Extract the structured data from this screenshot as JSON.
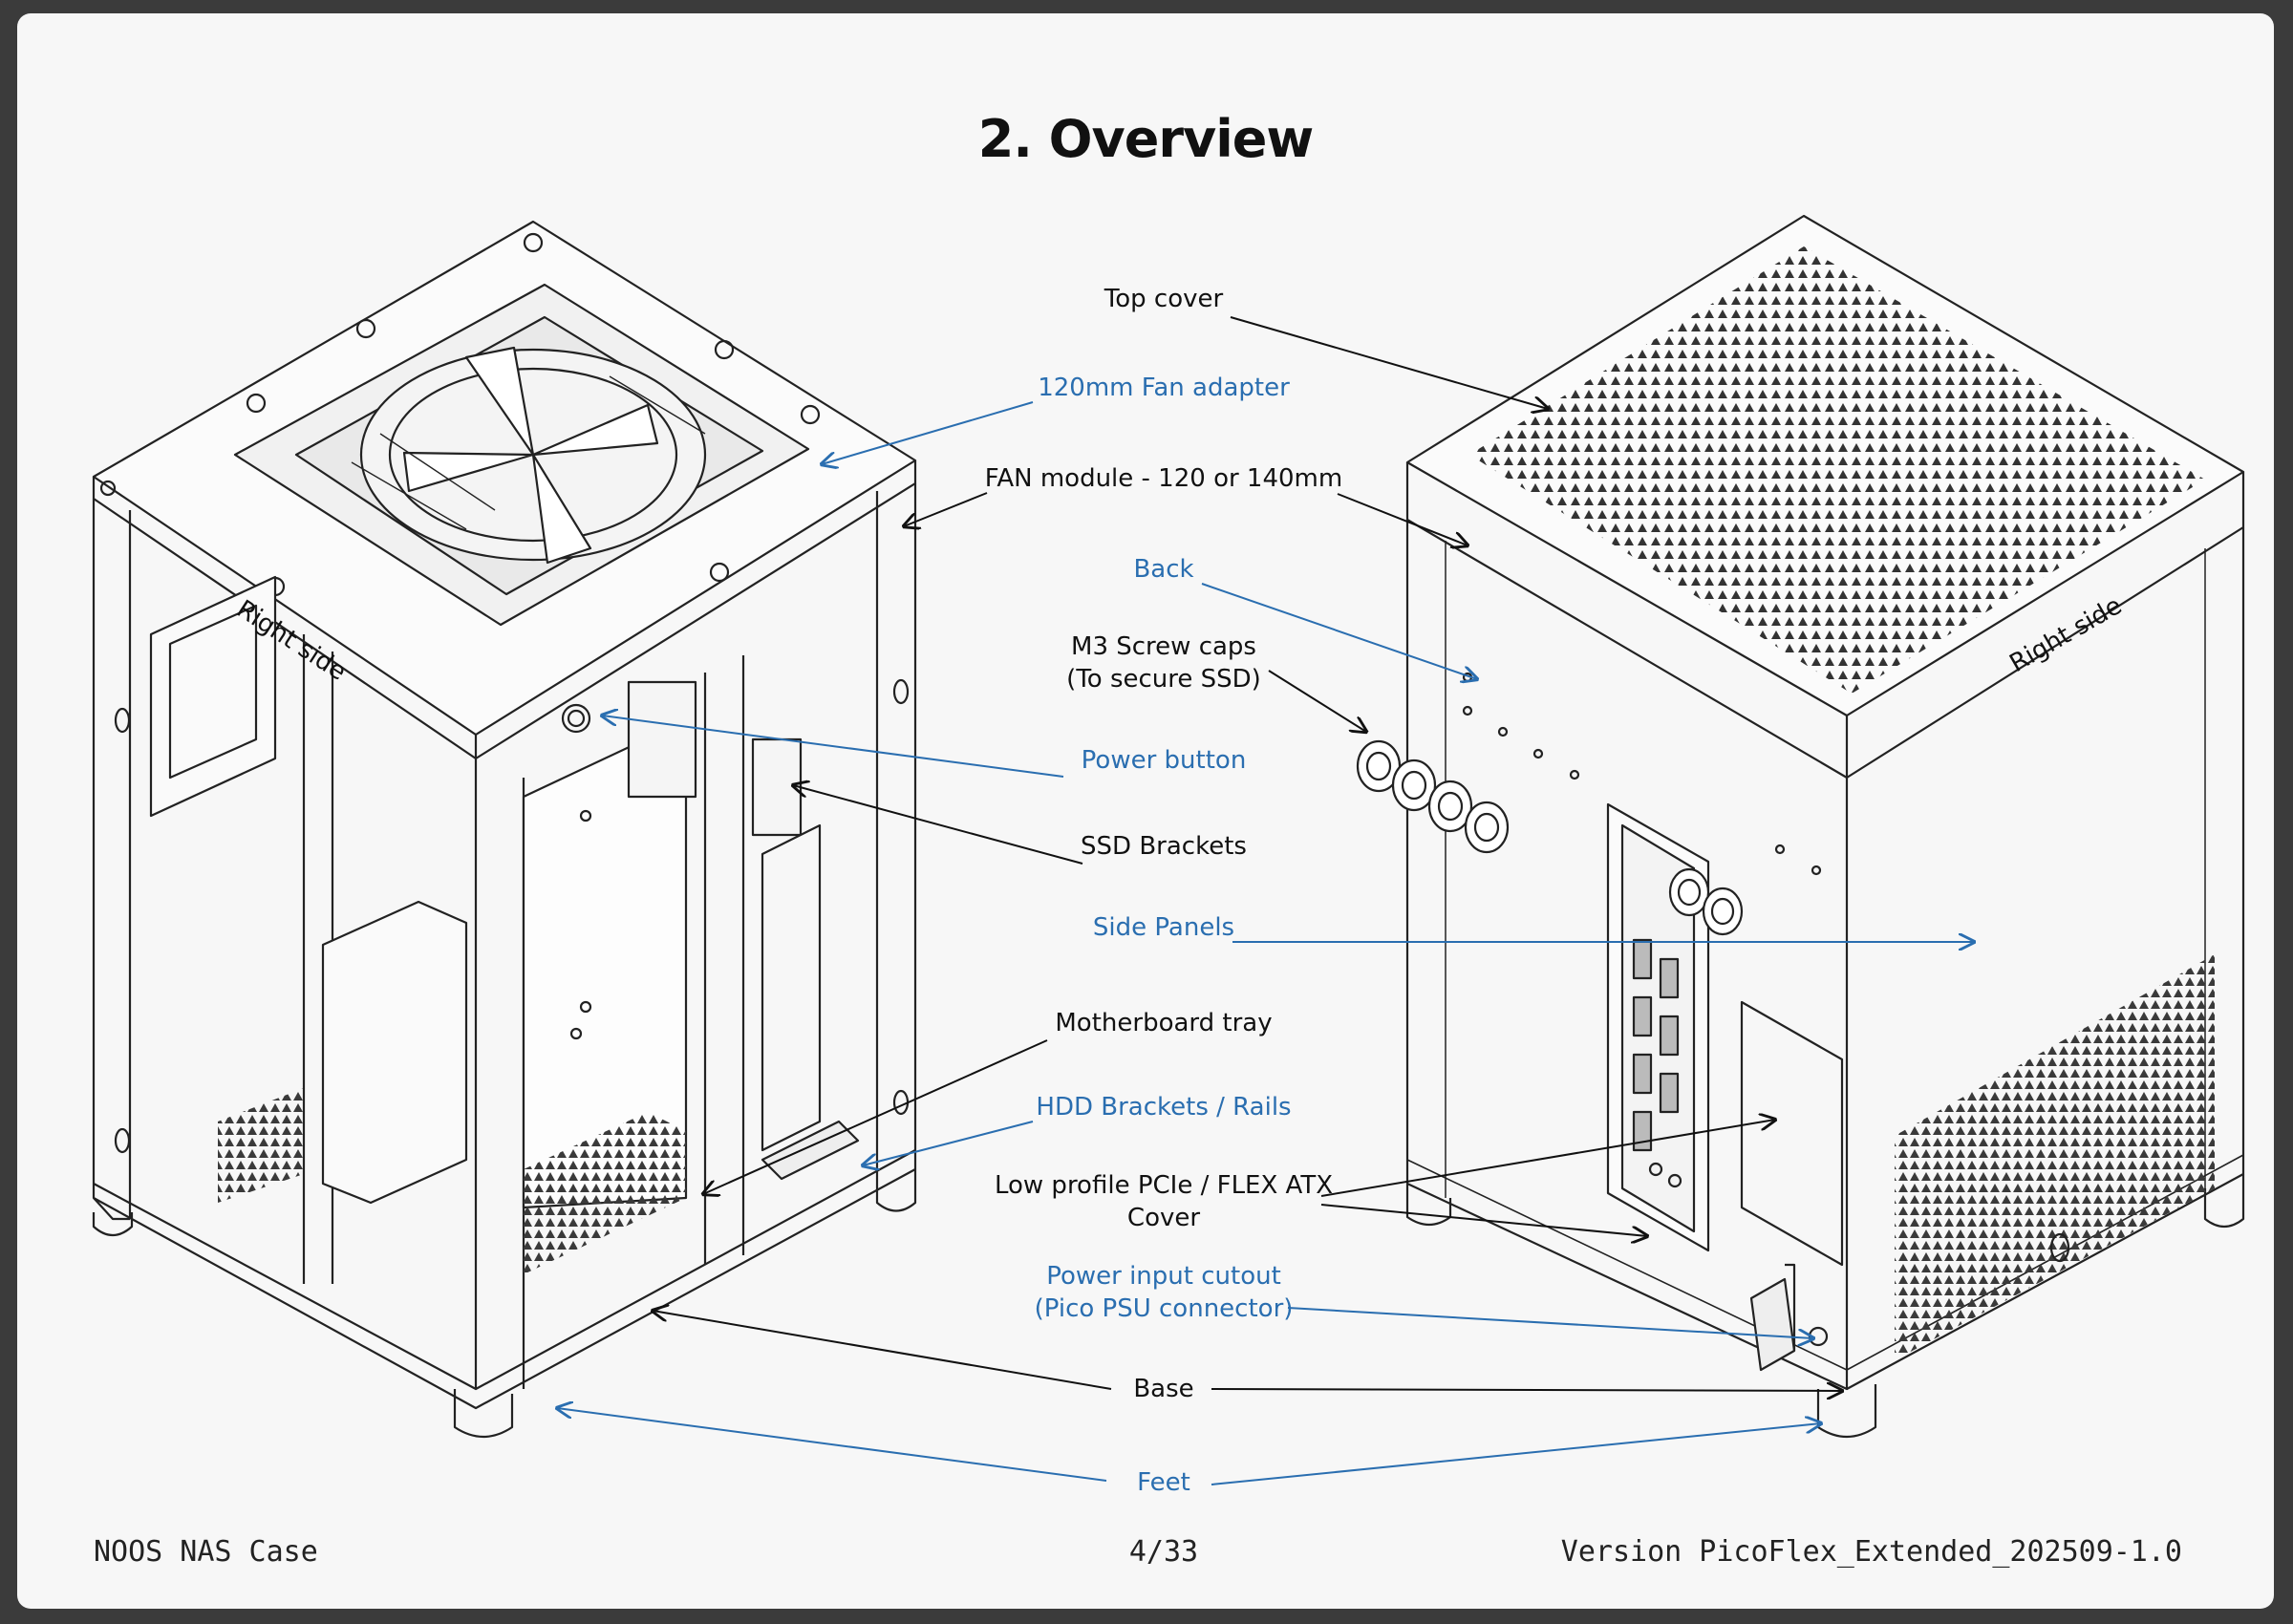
{
  "page": {
    "title": "2. Overview",
    "footer": {
      "left": "NOOS NAS Case",
      "center": "4/33",
      "right": "Version PicoFlex_Extended_202509-1.0"
    }
  },
  "illustration": {
    "left_side_label": "Right side",
    "right_side_label": "Right side"
  },
  "callouts": {
    "top_cover": "Top cover",
    "fan_adapter": "120mm Fan adapter",
    "fan_module": "FAN module - 120 or 140mm",
    "back": "Back",
    "m3_caps_1": "M3 Screw caps",
    "m3_caps_2": "(To secure SSD)",
    "power_button": "Power button",
    "ssd_brackets": "SSD Brackets",
    "side_panels": "Side Panels",
    "motherboard_tray": "Motherboard tray",
    "hdd_brackets": "HDD Brackets / Rails",
    "pcie_cover_1": "Low profile PCIe / FLEX ATX",
    "pcie_cover_2": "Cover",
    "power_input_1": "Power input cutout",
    "power_input_2": "(Pico PSU connector)",
    "base": "Base",
    "feet": "Feet"
  },
  "colors": {
    "black_callout": "#111111",
    "blue_callout": "#2a6eb0"
  }
}
